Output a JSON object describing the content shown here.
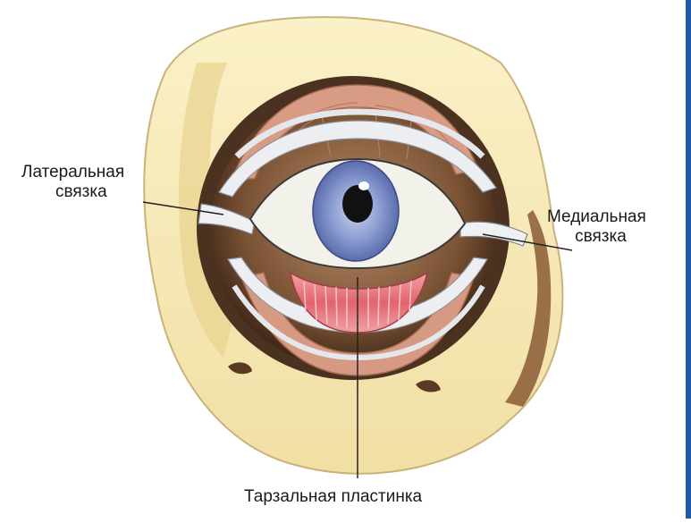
{
  "labels": {
    "lateral_line1": "Латеральная",
    "lateral_line2": "связка",
    "medial_line1": "Медиальная",
    "medial_line2": "связка",
    "tarsal": "Тарзальная пластинка"
  },
  "colors": {
    "skin": "#f3e4ad",
    "skin_shadow": "#d9c27e",
    "bone_outline": "#6e5a3a",
    "orbit_dark": "#4a3422",
    "muscle": "#d9a28a",
    "ligament": "#e9ecef",
    "sclera": "#f2f1ea",
    "iris": "#7d8fc7",
    "pupil": "#111111",
    "tarsal_plate": "#e06a72",
    "leader_line": "#222222",
    "edge_bar": "#1e5aa8"
  }
}
